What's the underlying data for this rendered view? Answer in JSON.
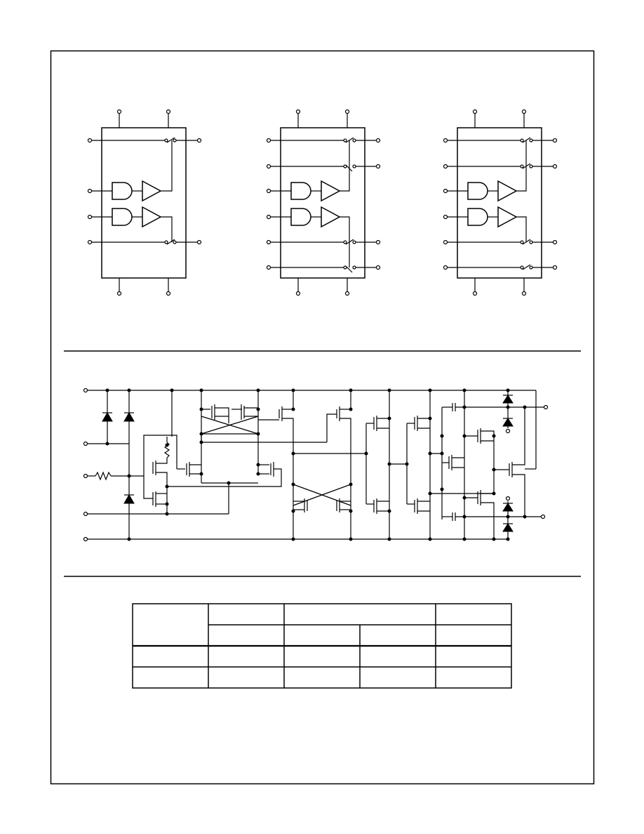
{
  "figure": {
    "description_text": "",
    "sections": [
      "functional-diagrams",
      "schematic",
      "truth-table"
    ]
  },
  "table": {
    "header_row_1": [
      "",
      "",
      "",
      ""
    ],
    "header_row_2": [
      "",
      "",
      "",
      ""
    ],
    "rows": [
      [
        "",
        "",
        "",
        "",
        ""
      ],
      [
        "",
        "",
        "",
        "",
        ""
      ]
    ]
  },
  "colors": {
    "ink": "#000000",
    "paper": "#ffffff"
  }
}
